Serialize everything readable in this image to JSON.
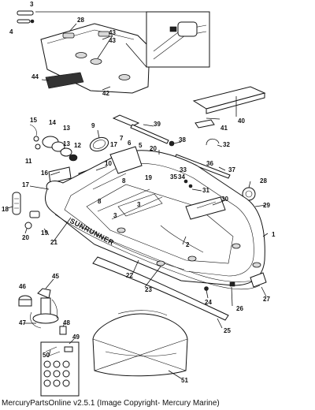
{
  "footer": {
    "text": "MercuryPartsOnline v2.5.1 (Image Copyright- Mercury Marine)"
  },
  "brand_text": "SUNRUNNER",
  "callouts": [
    "1",
    "2",
    "3",
    "4",
    "5",
    "6",
    "7",
    "8",
    "9",
    "10",
    "11",
    "12",
    "13",
    "14",
    "15",
    "16",
    "17",
    "18",
    "19",
    "20",
    "21",
    "22",
    "23",
    "24",
    "25",
    "26",
    "27",
    "28",
    "29",
    "30",
    "31",
    "32",
    "33",
    "34",
    "35",
    "36",
    "37",
    "38",
    "39",
    "40",
    "41",
    "42",
    "43",
    "44",
    "45",
    "46",
    "47",
    "48",
    "49",
    "50",
    "51"
  ]
}
